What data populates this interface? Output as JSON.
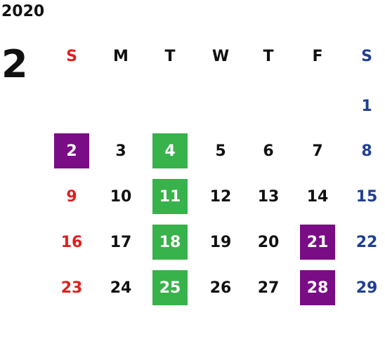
{
  "calendar": {
    "year": "2020",
    "month": "2",
    "weekdays": [
      "S",
      "M",
      "T",
      "W",
      "T",
      "F",
      "S"
    ],
    "weeks": [
      [
        "",
        "",
        "",
        "",
        "",
        "",
        "1"
      ],
      [
        "2",
        "3",
        "4",
        "5",
        "6",
        "7",
        "8"
      ],
      [
        "9",
        "10",
        "11",
        "12",
        "13",
        "14",
        "15"
      ],
      [
        "16",
        "17",
        "18",
        "19",
        "20",
        "21",
        "22"
      ],
      [
        "23",
        "24",
        "25",
        "26",
        "27",
        "28",
        "29"
      ]
    ],
    "highlights": {
      "purple": [
        "2",
        "21",
        "28"
      ],
      "green": [
        "4",
        "11",
        "18",
        "25"
      ]
    }
  },
  "colors": {
    "sunday": "#e02020",
    "saturday": "#1f3f93",
    "weekday": "#111111",
    "highlight_purple": "#7a0c86",
    "highlight_green": "#38b24a"
  }
}
